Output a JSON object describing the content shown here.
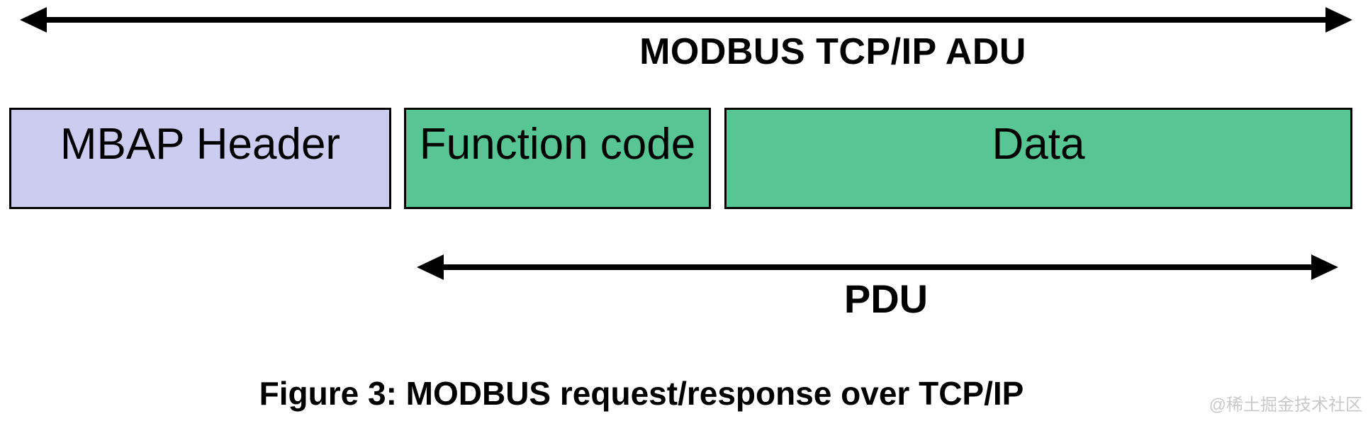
{
  "figure": {
    "adu_arrow_label": "MODBUS TCP/IP ADU",
    "pdu_arrow_label": "PDU",
    "fields": [
      {
        "label": "MBAP Header",
        "fill": "#ccccf0"
      },
      {
        "label": "Function code",
        "fill": "#57c594"
      },
      {
        "label": "Data",
        "fill": "#57c594"
      }
    ],
    "caption": "Figure 3: MODBUS request/response over TCP/IP"
  },
  "watermark": "@稀土掘金技术社区",
  "colors": {
    "mbap_fill": "#ccccf0",
    "pdu_fill": "#57c594",
    "box_border": "#000000",
    "arrow": "#000000",
    "text": "#000000",
    "watermark_text": "#c9c9c9",
    "background": "#ffffff"
  }
}
